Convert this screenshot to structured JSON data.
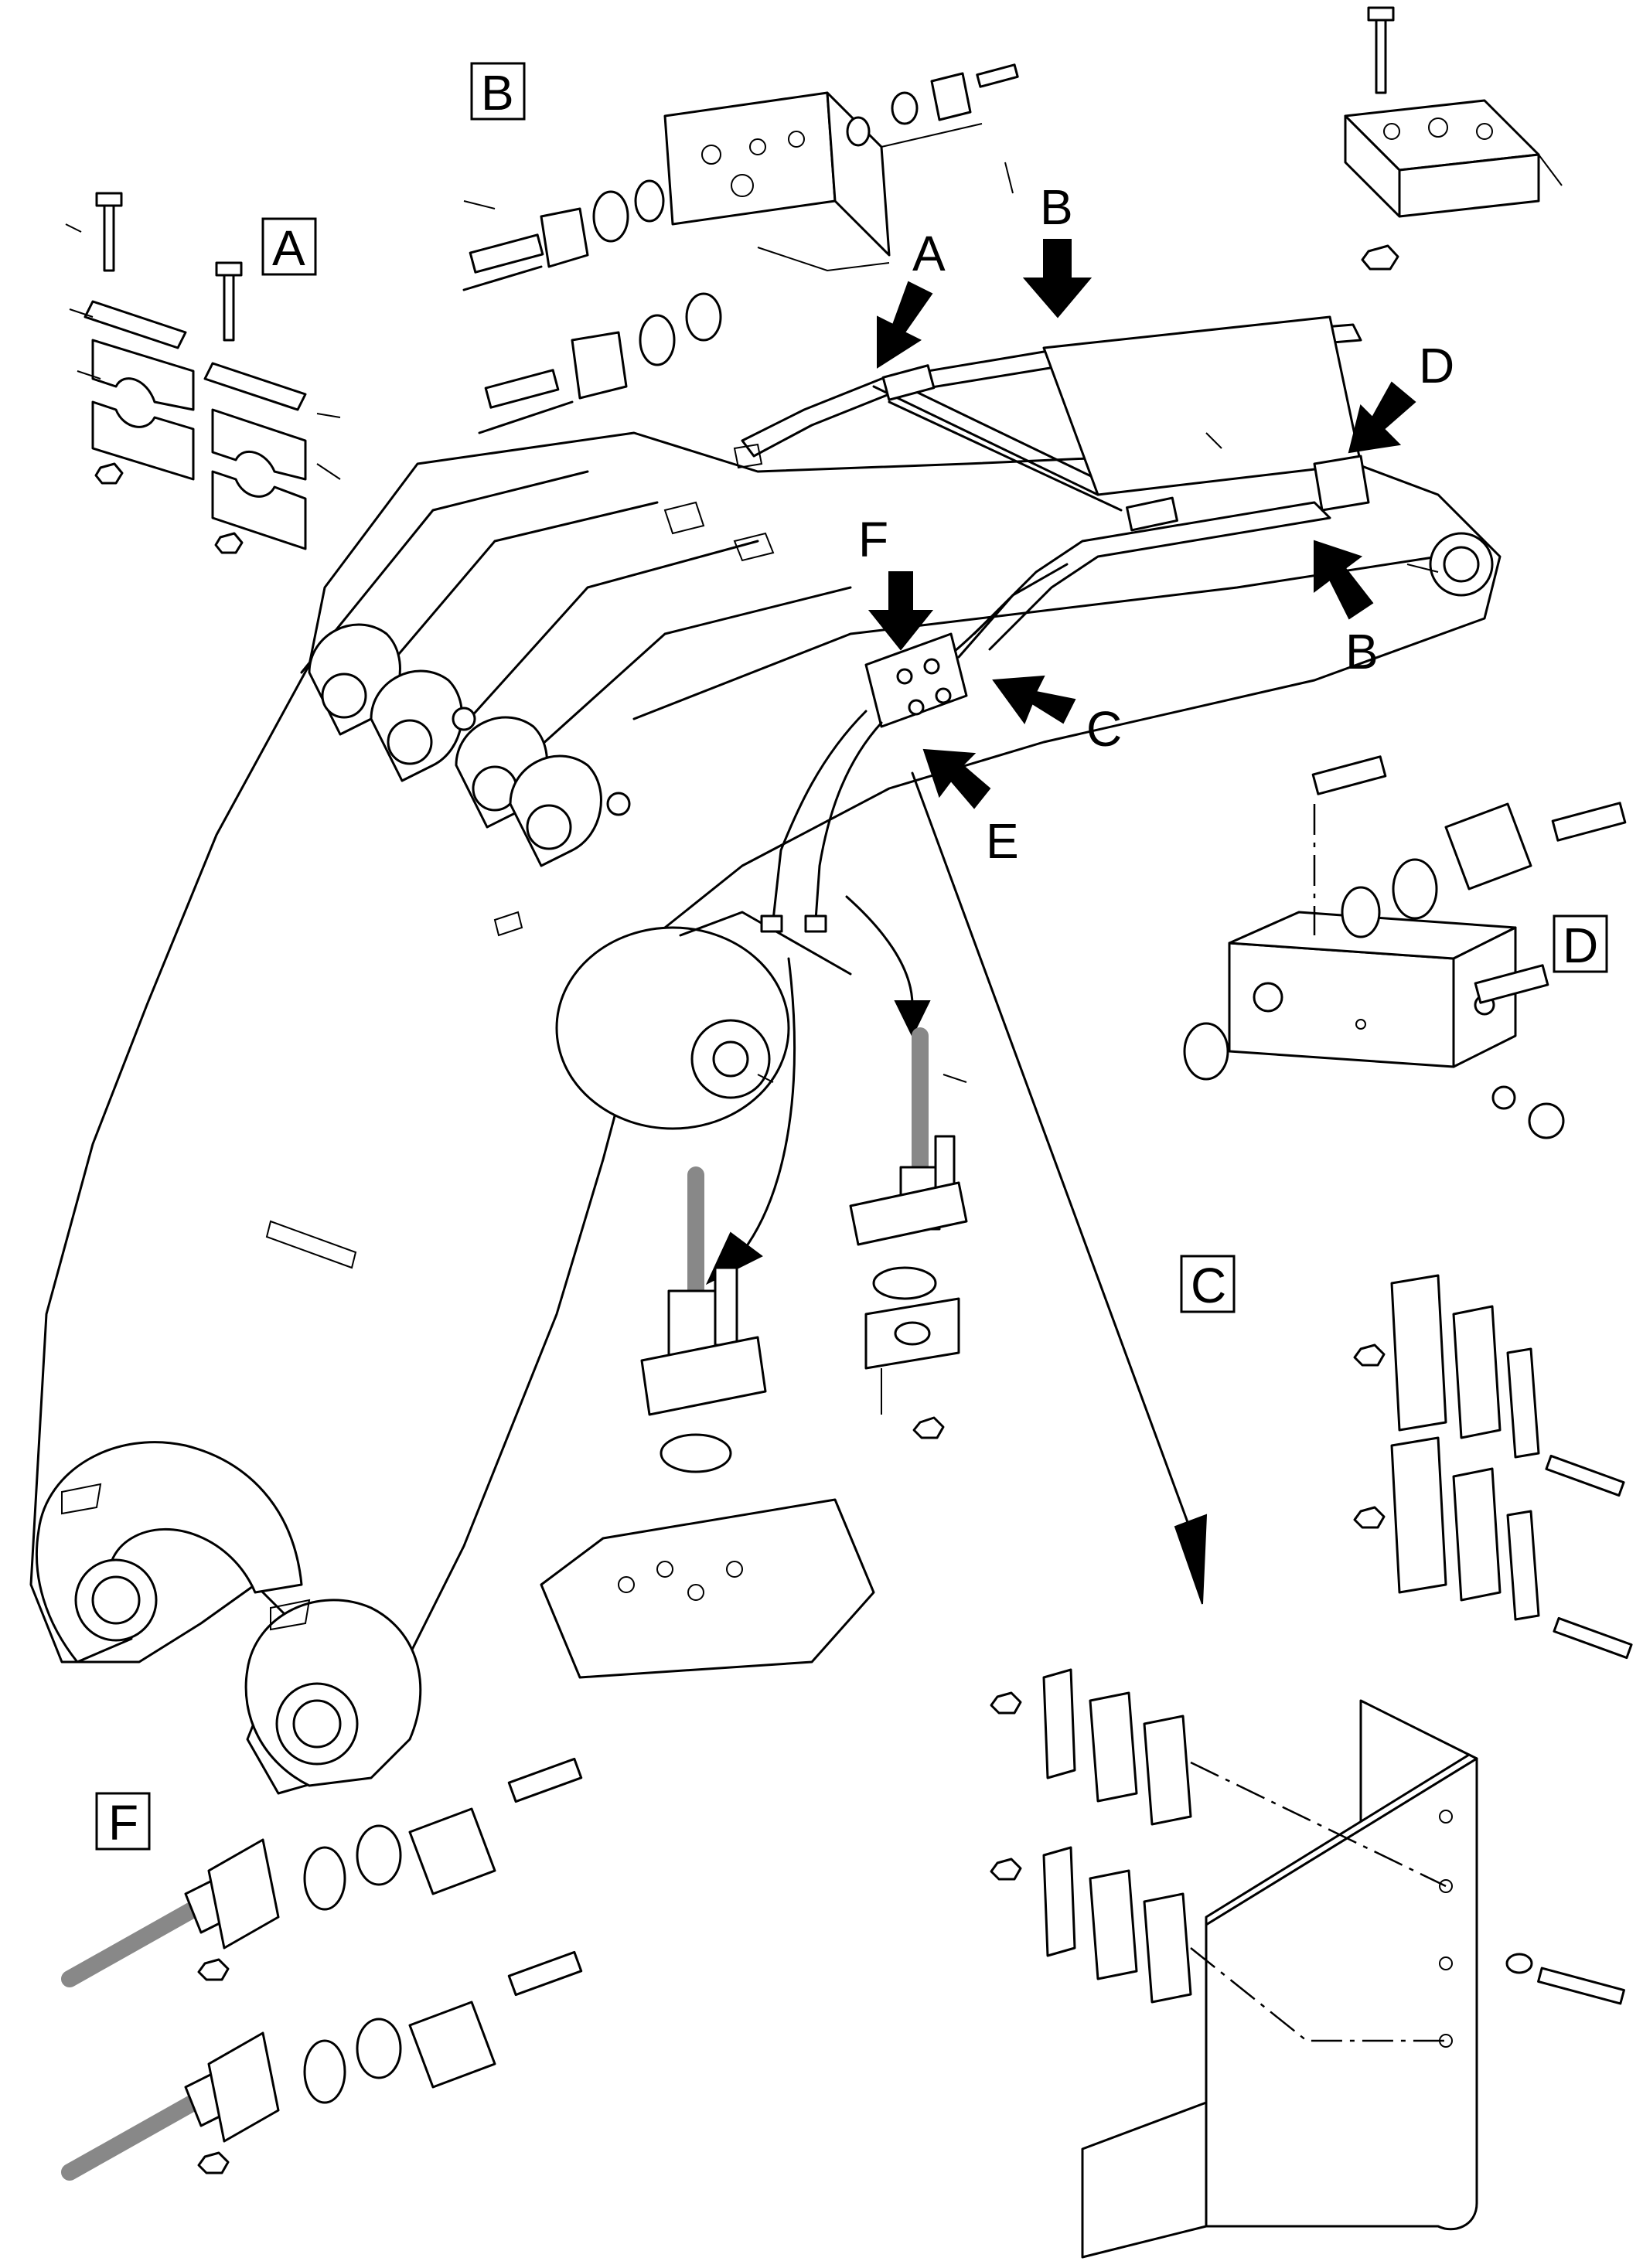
{
  "view_labels": {
    "A": "A",
    "B": "B",
    "C": "C",
    "D": "D",
    "E": "E",
    "F": "F"
  },
  "detail_boxes": {
    "A": "A",
    "B": "B",
    "C": "C",
    "D": "D",
    "F": "F"
  },
  "pointer_arrows": {
    "A": "A",
    "B_top": "B",
    "B_right": "B",
    "C": "C",
    "D": "D",
    "E": "E",
    "F": "F"
  }
}
